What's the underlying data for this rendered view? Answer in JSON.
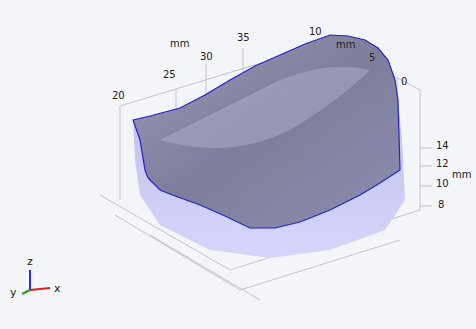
{
  "diagram": {
    "labels": [
      "mm",
      "35",
      "10",
      "mm",
      "30",
      "5",
      "25",
      "0",
      "20",
      "14",
      "12",
      "mm",
      "10",
      "8",
      "y",
      "z",
      "x"
    ]
  }
}
